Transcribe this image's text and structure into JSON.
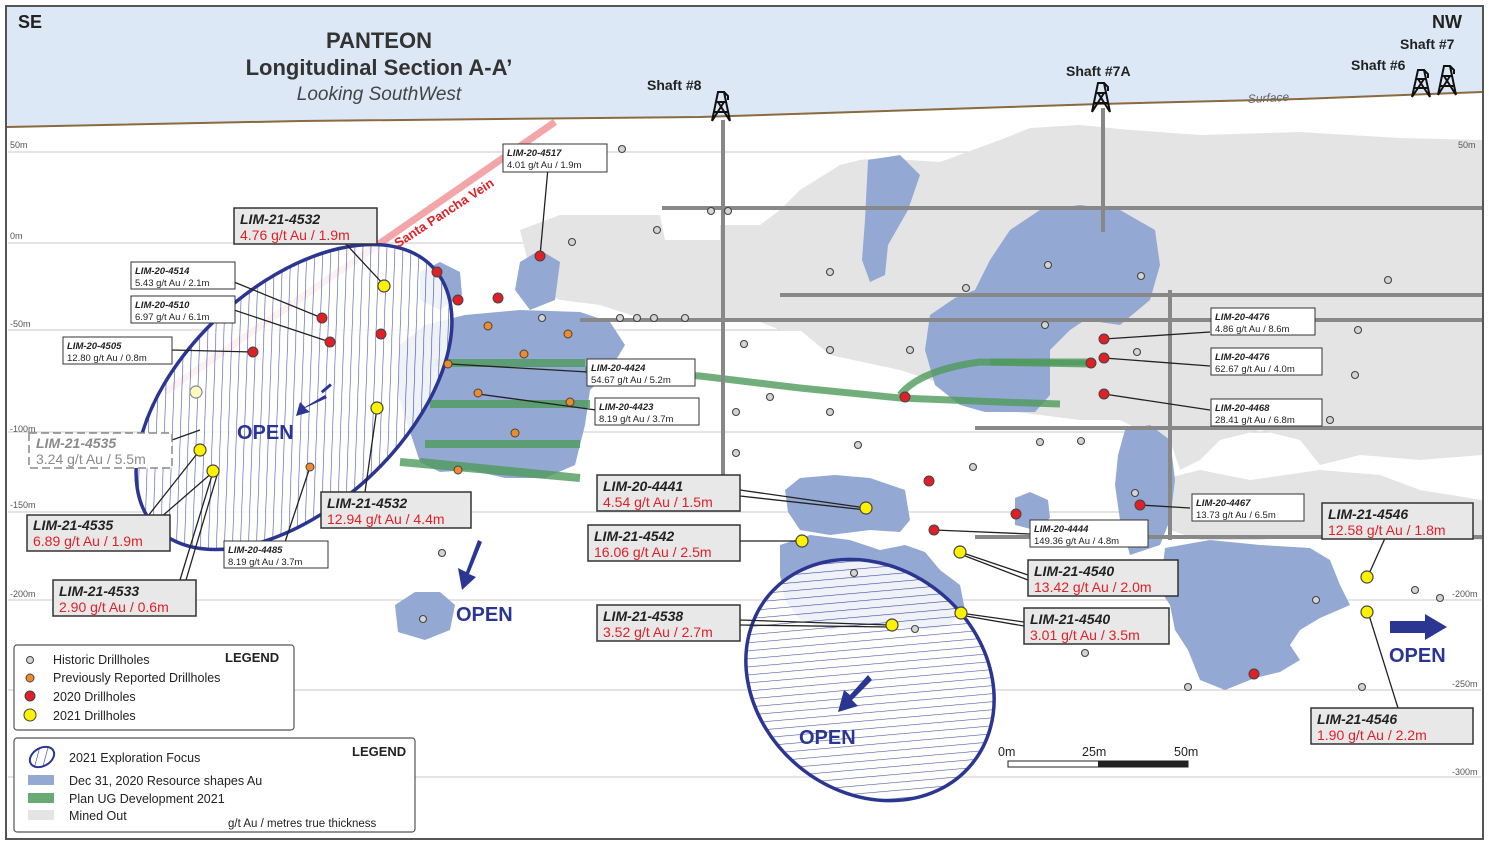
{
  "header": {
    "se": "SE",
    "nw": "NW",
    "title": "PANTEON",
    "subtitle": "Longitudinal Section A-A’",
    "view": "Looking SouthWest",
    "surface": "Surface",
    "vein": "Santa Pancha Vein"
  },
  "shafts": [
    "Shaft #8",
    "Shaft #7A",
    "Shaft #6",
    "Shaft #7"
  ],
  "elevations": {
    "left": [
      "50m",
      "0m",
      "-50m",
      "-100m",
      "-150m",
      "-200m"
    ],
    "right": [
      "50m",
      "-200m",
      "-250m",
      "-300m"
    ]
  },
  "open_labels": [
    "OPEN",
    "OPEN",
    "OPEN",
    "OPEN"
  ],
  "small_labels": [
    {
      "id": "LIM-20-4517",
      "val": "4.01 g/t Au / 1.9m"
    },
    {
      "id": "LIM-20-4514",
      "val": "5.43 g/t Au / 2.1m"
    },
    {
      "id": "LIM-20-4510",
      "val": "6.97 g/t Au / 6.1m"
    },
    {
      "id": "LIM-20-4505",
      "val": "12.80 g/t Au / 0.8m"
    },
    {
      "id": "LIM-20-4424",
      "val": "54.67 g/t Au / 5.2m"
    },
    {
      "id": "LIM-20-4423",
      "val": "8.19 g/t Au / 3.7m"
    },
    {
      "id": "LIM-20-4485",
      "val": "8.19 g/t Au / 3.7m"
    },
    {
      "id": "LIM-20-4476",
      "val": "4.86 g/t Au / 8.6m"
    },
    {
      "id": "LIM-20-4476",
      "val": "62.67 g/t Au / 4.0m"
    },
    {
      "id": "LIM-20-4468",
      "val": "28.41 g/t Au / 6.8m"
    },
    {
      "id": "LIM-20-4467",
      "val": "13.73 g/t Au / 6.5m"
    },
    {
      "id": "LIM-20-4444",
      "val": "149.36 g/t Au / 4.8m"
    }
  ],
  "big_labels": [
    {
      "id": "LIM-21-4532",
      "val": "4.76 g/t Au / 1.9m"
    },
    {
      "id": "LIM-21-4535",
      "val": "3.24 g/t Au / 5.5m"
    },
    {
      "id": "LIM-21-4535",
      "val": "6.89 g/t Au / 1.9m"
    },
    {
      "id": "LIM-21-4533",
      "val": "2.90 g/t Au / 0.6m"
    },
    {
      "id": "LIM-21-4532",
      "val": "12.94 g/t Au / 4.4m"
    },
    {
      "id": "LIM-20-4441",
      "val": "4.54 g/t Au / 1.5m"
    },
    {
      "id": "LIM-21-4542",
      "val": "16.06 g/t Au / 2.5m"
    },
    {
      "id": "LIM-21-4538",
      "val": "3.52 g/t Au / 2.7m"
    },
    {
      "id": "LIM-21-4540",
      "val": "13.42 g/t Au / 2.0m"
    },
    {
      "id": "LIM-21-4540",
      "val": "3.01 g/t Au / 3.5m"
    },
    {
      "id": "LIM-21-4546",
      "val": "12.58 g/t Au / 1.8m"
    },
    {
      "id": "LIM-21-4546",
      "val": "1.90 g/t Au / 2.2m"
    }
  ],
  "legend1": {
    "title": "LEGEND",
    "items": [
      "Historic Drillholes",
      "Previously Reported Drillholes",
      "2020 Drillholes",
      "2021 Drillholes"
    ]
  },
  "legend2": {
    "title": "LEGEND",
    "items": [
      "2021 Exploration Focus",
      "Dec 31, 2020 Resource shapes Au",
      "Plan UG Development 2021",
      "Mined Out"
    ],
    "note": "g/t Au / metres true thickness"
  },
  "scale": {
    "labels": [
      "0m",
      "25m",
      "50m"
    ]
  },
  "colors": {
    "resource": "#93a8d2",
    "mined": "#e4e4e4",
    "development": "#4f9a5b",
    "focus": "#2a3692",
    "red_value": "#e11f26",
    "surface": "#8a6a3e",
    "drift": "#888888"
  }
}
